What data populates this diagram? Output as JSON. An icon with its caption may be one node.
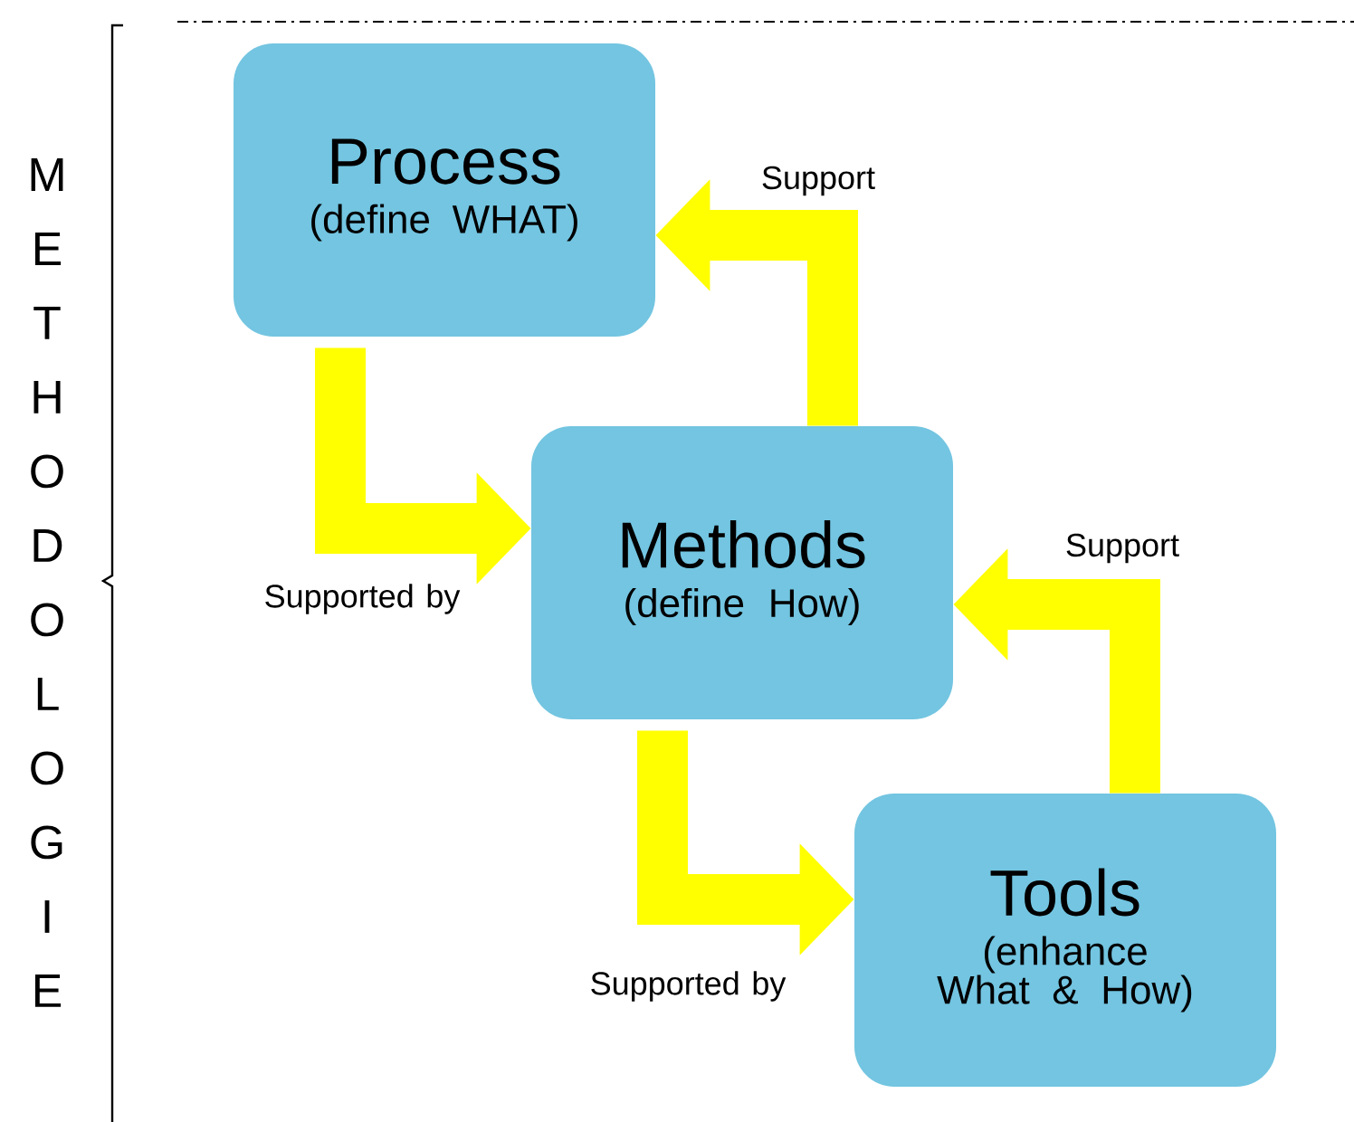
{
  "diagram": {
    "nodes": [
      {
        "text": [
          "Process",
          "(define WHAT)"
        ]
      },
      {
        "text": [
          "Methods",
          "(define How)"
        ]
      },
      {
        "text": [
          "Tools",
          "(enhance What & How)"
        ]
      }
    ],
    "edges": [
      {
        "from": 0,
        "to": 1,
        "arrow": "to",
        "label": "Supported by"
      },
      {
        "from": 1,
        "to": 0,
        "arrow": "to",
        "label": "Support"
      },
      {
        "from": 1,
        "to": 2,
        "arrow": "to",
        "label": "Supported by"
      },
      {
        "from": 2,
        "to": 1,
        "arrow": "to",
        "label": "Support"
      }
    ],
    "labels": [
      "METHODOLOGIE"
    ]
  }
}
